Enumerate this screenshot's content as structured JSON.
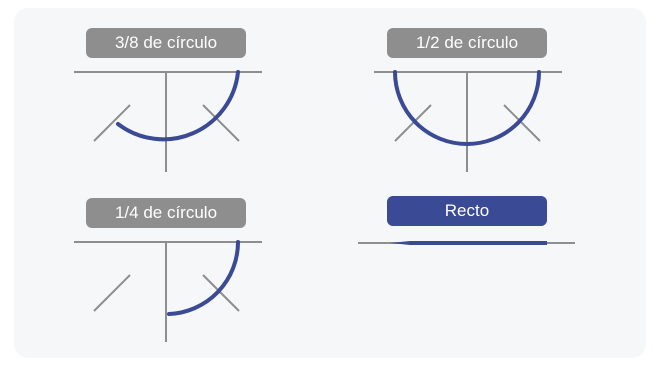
{
  "colors": {
    "background": "#f6f7f9",
    "label_gray": "#8e8e8e",
    "label_blue": "#3a4a94",
    "needle": "#3a4a94",
    "line": "#8e8e8e"
  },
  "curvatures": [
    {
      "key": "three_eighths",
      "label": "3/8 de círculo"
    },
    {
      "key": "half",
      "label": "1/2 de círculo"
    },
    {
      "key": "quarter",
      "label": "1/4 de círculo"
    },
    {
      "key": "straight",
      "label": "Recto"
    }
  ]
}
